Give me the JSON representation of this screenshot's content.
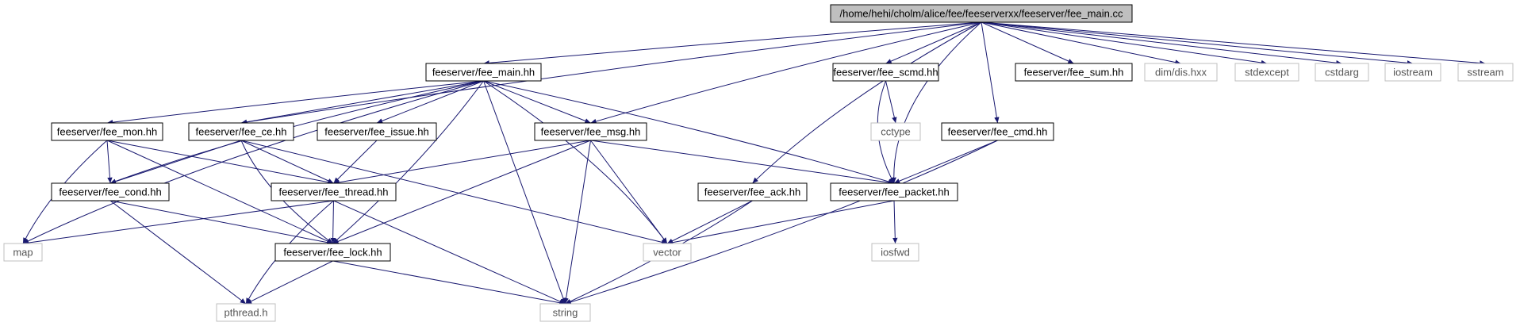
{
  "nodes": {
    "root": "/home/hehi/cholm/alice/fee/feeserverxx/feeserver/fee_main.cc",
    "main_hh": "feeserver/fee_main.hh",
    "scmd": "feeserver/fee_scmd.hh",
    "sum": "feeserver/fee_sum.hh",
    "dis": "dim/dis.hxx",
    "stdexcept": "stdexcept",
    "cstdarg": "cstdarg",
    "iostream": "iostream",
    "sstream": "sstream",
    "mon": "feeserver/fee_mon.hh",
    "ce": "feeserver/fee_ce.hh",
    "issue": "feeserver/fee_issue.hh",
    "msg": "feeserver/fee_msg.hh",
    "cctype": "cctype",
    "cmd": "feeserver/fee_cmd.hh",
    "cond": "feeserver/fee_cond.hh",
    "thread": "feeserver/fee_thread.hh",
    "ack": "feeserver/fee_ack.hh",
    "packet": "feeserver/fee_packet.hh",
    "map": "map",
    "lock": "feeserver/fee_lock.hh",
    "vector": "vector",
    "iosfwd": "iosfwd",
    "pthread": "pthread.h",
    "string": "string"
  },
  "colors": {
    "edge": "#191970",
    "root_fill": "#bfbfbf",
    "external_border": "#bfbfbf",
    "project_border": "#000000"
  }
}
